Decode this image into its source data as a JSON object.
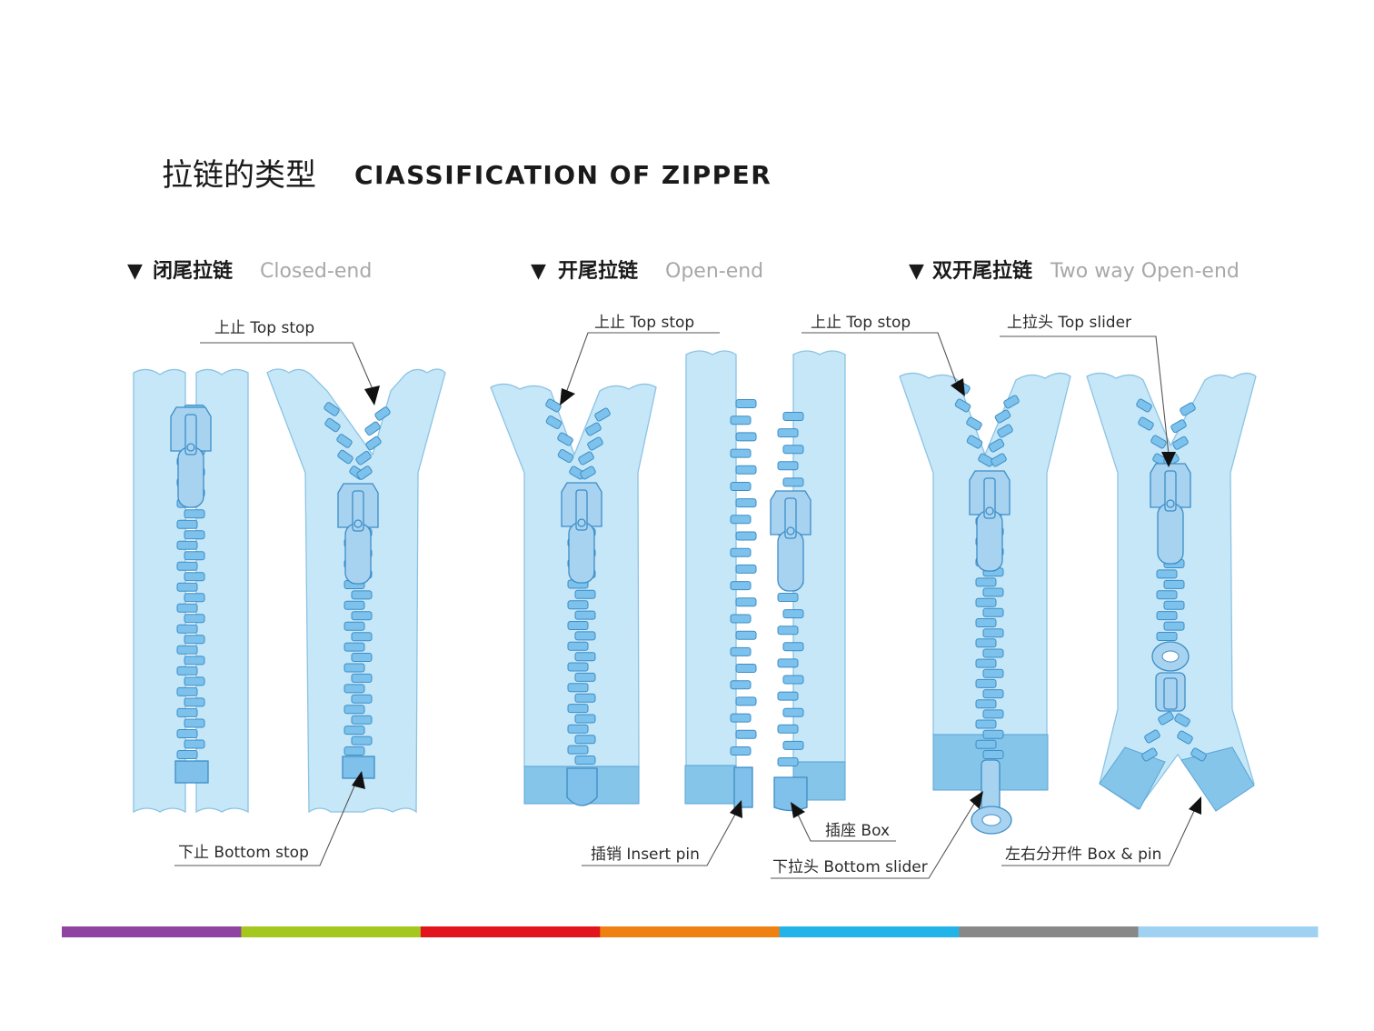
{
  "title": {
    "cn": "拉链的类型",
    "en": "CIASSIFICATION OF ZIPPER"
  },
  "sections": [
    {
      "marker": "▼",
      "cn": "闭尾拉链",
      "en": "Closed-end"
    },
    {
      "marker": "▼",
      "cn": "开尾拉链",
      "en": "Open-end"
    },
    {
      "marker": "▼",
      "cn": "双开尾拉链",
      "en": "Two way Open-end"
    }
  ],
  "labels": {
    "top_stop_1": "上止   Top stop",
    "bottom_stop": "下止  Bottom stop",
    "top_stop_2": "上止   Top stop",
    "insert_pin": "插销  Insert pin",
    "top_stop_3": "上止    Top stop",
    "box": "插座  Box",
    "bottom_slider": "下拉头 Bottom slider",
    "top_slider": "上拉头  Top slider",
    "box_pin": "左右分开件 Box & pin"
  },
  "color_bar": [
    "#8e44a0",
    "#a4c81e",
    "#e2141e",
    "#ef8012",
    "#22b4e9",
    "#888888",
    "#9fd2f2"
  ],
  "colors": {
    "tape": "#c6e7f8",
    "teeth": "#7cc2ec",
    "outline": "#3d8dc6"
  }
}
